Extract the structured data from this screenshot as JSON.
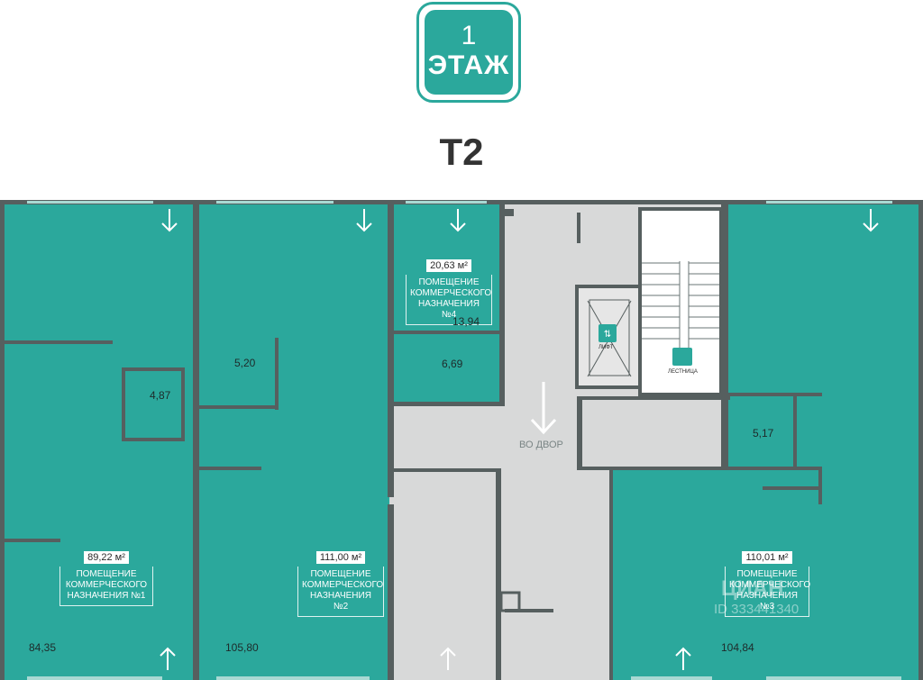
{
  "floor": {
    "number": "1",
    "word": "ЭТАЖ"
  },
  "building": "Т2",
  "units": [
    {
      "area": "89,22 м²",
      "lines": [
        "ПОМЕЩЕНИЕ",
        "КОММЕРЧЕСКОГО",
        "НАЗНАЧЕНИЯ №1"
      ]
    },
    {
      "area": "111,00 м²",
      "lines": [
        "ПОМЕЩЕНИЕ",
        "КОММЕРЧЕСКОГО",
        "НАЗНАЧЕНИЯ №2"
      ]
    },
    {
      "area": "110,01 м²",
      "lines": [
        "ПОМЕЩЕНИЕ",
        "КОММЕРЧЕСКОГО",
        "НАЗНАЧЕНИЯ №3"
      ]
    },
    {
      "area": "20,63 м²",
      "lines": [
        "ПОМЕЩЕНИЕ",
        "КОММЕРЧЕСКОГО",
        "НАЗНАЧЕНИЯ №4"
      ]
    }
  ],
  "rooms": [
    "84,35",
    "4,87",
    "105,80",
    "5,20",
    "13,94",
    "6,69",
    "104,84",
    "5,17"
  ],
  "courtyard": "ВО ДВОР",
  "elevator": "ЛИФТ",
  "stairs": "ЛЕСТНИЦА",
  "watermark": {
    "brand": "ЦИАН",
    "id": "ID 333441340"
  },
  "colors": {
    "teal": "#2ba89c",
    "corridor": "#d8d9d9",
    "wall": "#565f5f",
    "badge": "#2ba89c"
  }
}
